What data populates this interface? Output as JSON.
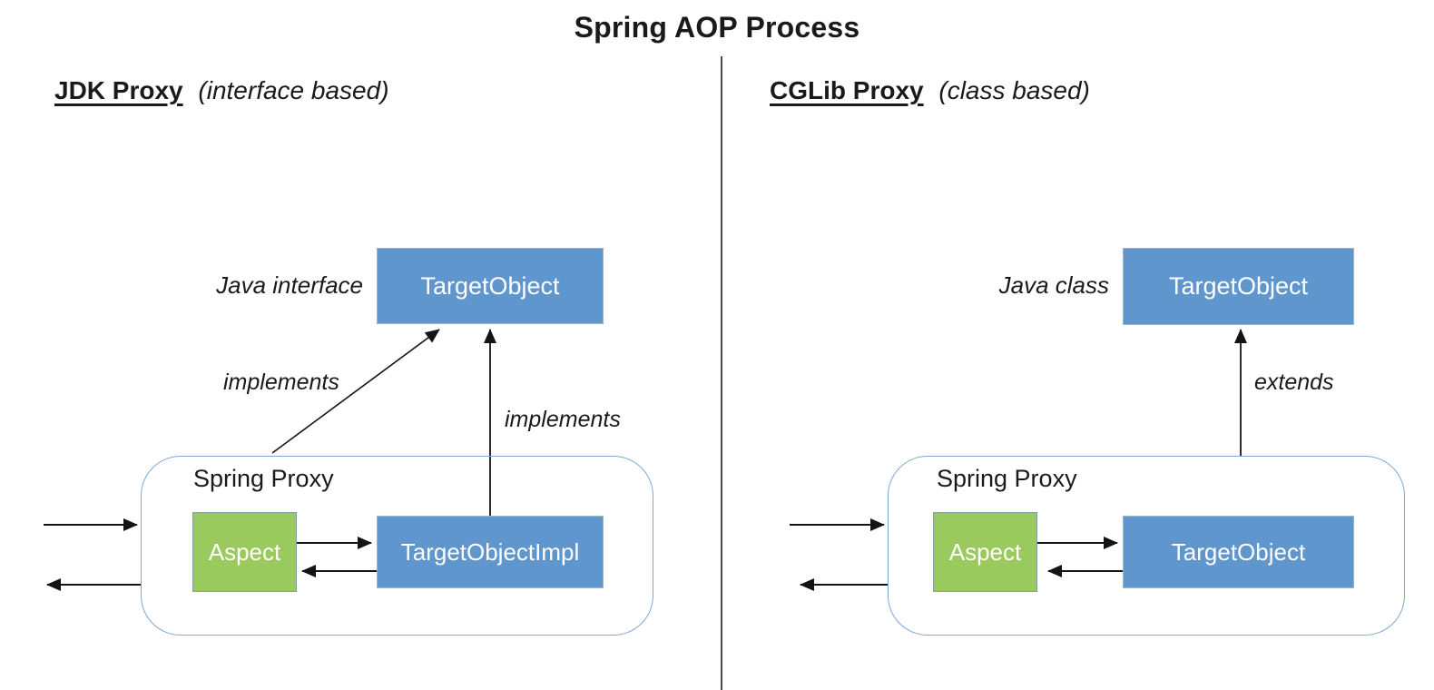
{
  "title": "Spring AOP Process",
  "panels": {
    "left": {
      "heading": "JDK Proxy",
      "heading_note": "(interface based)",
      "type_label": "Java interface",
      "top_box_label": "TargetObject",
      "diagonal_arrow_label": "implements",
      "vertical_arrow_label": "implements",
      "proxy_label": "Spring Proxy",
      "aspect_label": "Aspect",
      "inner_box_label": "TargetObjectImpl"
    },
    "right": {
      "heading": "CGLib Proxy",
      "heading_note": "(class based)",
      "type_label": "Java class",
      "top_box_label": "TargetObject",
      "vertical_arrow_label": "extends",
      "proxy_label": "Spring Proxy",
      "aspect_label": "Aspect",
      "inner_box_label": "TargetObject"
    }
  },
  "colors": {
    "box_blue": "#6096ce",
    "box_blue_border": "#9db4c9",
    "box_green": "#9aca5e",
    "box_green_border": "#83a0ad",
    "proxy_border": "#7fa7d7",
    "arrow": "#141414",
    "divider": "#4b4b4b",
    "text": "#1a1a1a"
  }
}
